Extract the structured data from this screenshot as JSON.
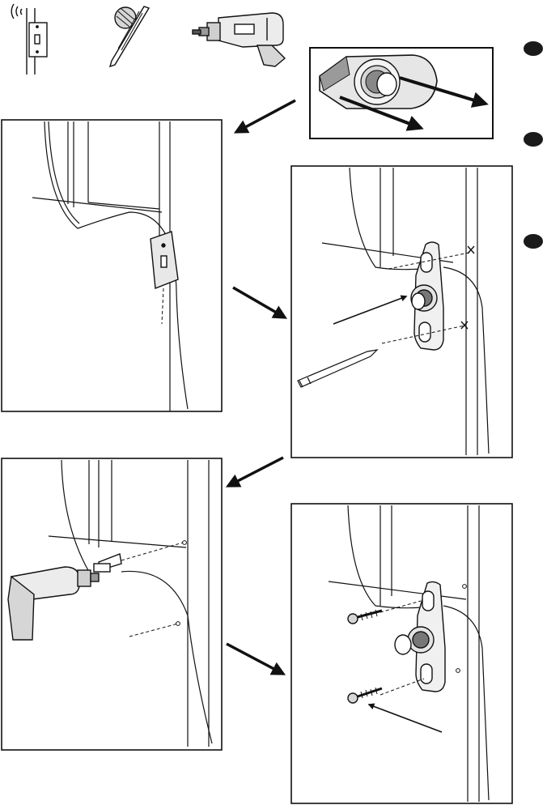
{
  "sheet": {
    "colors": {
      "ink": "#111111",
      "paper": "#ffffff",
      "shade": "#9a9a9a",
      "light_shade": "#d6d6d6",
      "marker": "#1a1a1a"
    },
    "tools": [
      {
        "icon": "wall-switch-icon"
      },
      {
        "icon": "drill-bit-icon"
      },
      {
        "icon": "power-drill-icon"
      }
    ],
    "panels": [
      {
        "id": "step-detail",
        "content": "doorstop-closeup"
      },
      {
        "id": "step-1",
        "content": "door-frame-with-switch"
      },
      {
        "id": "step-2",
        "content": "mark-holes-with-pencil"
      },
      {
        "id": "step-3",
        "content": "drill-holes"
      },
      {
        "id": "step-4",
        "content": "fix-with-screws"
      }
    ],
    "side_markers": [
      {
        "icon": "filled-circle-marker"
      },
      {
        "icon": "filled-circle-marker"
      },
      {
        "icon": "filled-circle-marker"
      }
    ]
  }
}
